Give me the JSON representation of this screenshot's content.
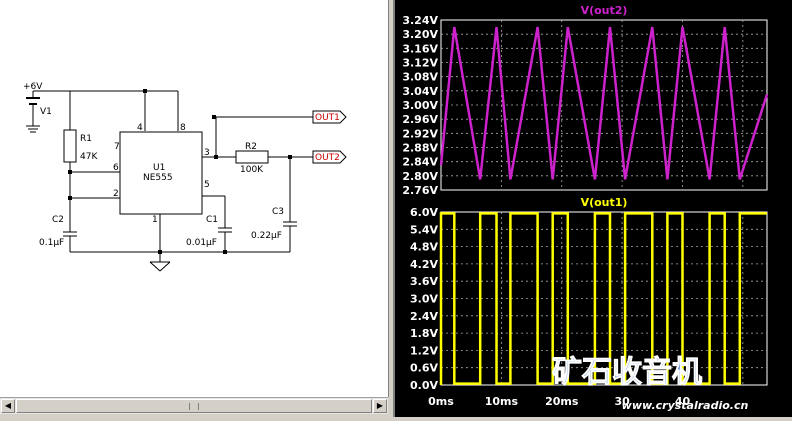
{
  "schematic": {
    "supply_label": "+6V",
    "v1_label": "V1",
    "r1_label": "R1",
    "r1_value": "47K",
    "r2_label": "R2",
    "r2_value": "100K",
    "u1_label": "U1",
    "u1_part": "NE555",
    "c1_label": "C1",
    "c1_value": "0.01μF",
    "c2_label": "C2",
    "c2_value": "0.1μF",
    "c3_label": "C3",
    "c3_value": "0.22μF",
    "out1_label": "OUT1",
    "out2_label": "OUT2",
    "pins": [
      "4",
      "8",
      "7",
      "6",
      "2",
      "3",
      "5",
      "1"
    ]
  },
  "waveform_viewer": {
    "watermark_text": "矿石收音机",
    "watermark_url": "www.crystalradio.cn",
    "x_ticks": [
      "0ms",
      "10ms",
      "20ms",
      "30",
      "40"
    ],
    "colors": {
      "trace1": "#cc22cc",
      "trace2": "#ffff00",
      "grid": "#aaaaaa",
      "axis_text": "#ffffff"
    }
  },
  "chart_data": [
    {
      "type": "line",
      "title": "V(out2)",
      "ylim": [
        2.76,
        3.24
      ],
      "xlim": [
        0,
        54
      ],
      "ticks": [
        "3.24V",
        "3.20V",
        "3.16V",
        "3.12V",
        "3.08V",
        "3.04V",
        "3.00V",
        "2.96V",
        "2.92V",
        "2.88V",
        "2.84V",
        "2.80V",
        "2.76V"
      ],
      "series": [
        {
          "name": "V(out2)",
          "x": [
            0,
            2.2,
            6.5,
            9.2,
            11.5,
            16.0,
            18.5,
            21.0,
            25.5,
            28.0,
            30.5,
            35.0,
            37.5,
            40.0,
            44.5,
            47.0,
            49.5,
            54.0
          ],
          "y": [
            2.83,
            3.22,
            2.79,
            3.22,
            2.79,
            3.22,
            2.79,
            3.22,
            2.79,
            3.22,
            2.79,
            3.22,
            2.79,
            3.22,
            2.79,
            3.22,
            2.79,
            3.03
          ]
        }
      ]
    },
    {
      "type": "line",
      "title": "V(out1)",
      "ylim": [
        0,
        6.0
      ],
      "xlim": [
        0,
        54
      ],
      "ticks": [
        "6.0V",
        "5.4V",
        "4.8V",
        "4.2V",
        "3.6V",
        "3.0V",
        "2.4V",
        "1.8V",
        "1.2V",
        "0.6V",
        "0.0V"
      ],
      "series": [
        {
          "name": "V(out1)",
          "x": [
            0,
            0,
            2.2,
            2.2,
            6.5,
            6.5,
            9.2,
            9.2,
            11.5,
            11.5,
            16.0,
            16.0,
            18.5,
            18.5,
            21.0,
            21.0,
            25.5,
            25.5,
            28.0,
            28.0,
            30.5,
            30.5,
            35.0,
            35.0,
            37.5,
            37.5,
            40.0,
            40.0,
            44.5,
            44.5,
            47.0,
            47.0,
            49.5,
            49.5,
            54.0
          ],
          "y": [
            0,
            5.95,
            5.95,
            0.05,
            0.05,
            5.95,
            5.95,
            0.05,
            0.05,
            5.95,
            5.95,
            0.05,
            0.05,
            5.95,
            5.95,
            0.05,
            0.05,
            5.95,
            5.95,
            0.05,
            0.05,
            5.95,
            5.95,
            0.05,
            0.05,
            5.95,
            5.95,
            0.05,
            0.05,
            5.95,
            5.95,
            0.05,
            0.05,
            5.95,
            5.95
          ]
        }
      ]
    }
  ]
}
